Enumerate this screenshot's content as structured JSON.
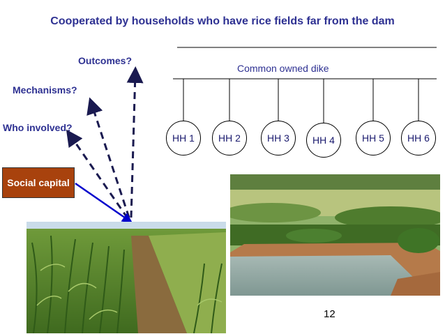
{
  "title": "Cooperated by households who have rice fields far from the dam",
  "questions": {
    "outcomes": "Outcomes?",
    "mechanisms": "Mechanisms?",
    "who_involved": "Who involved?"
  },
  "dike_label": "Common owned dike",
  "households": [
    "HH 1",
    "HH 2",
    "HH 3",
    "HH 4",
    "HH 5",
    "HH 6"
  ],
  "social_capital": "Social capital",
  "page_number": "12",
  "colors": {
    "title": "#2e3192",
    "social_capital_bg": "#a8420d",
    "arrow_dashed": "#1a1a50",
    "arrow_solid": "#0000cc"
  }
}
